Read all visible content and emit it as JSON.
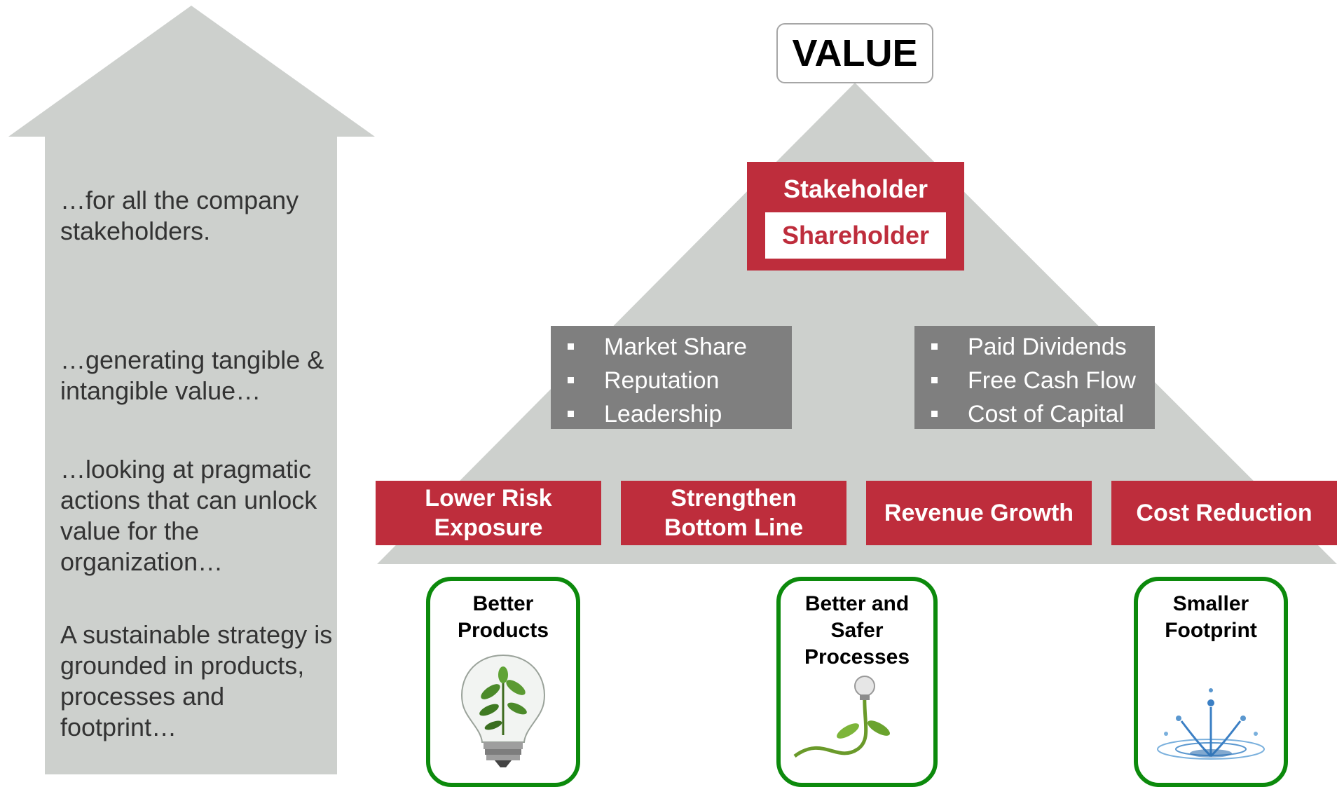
{
  "side_panel": {
    "text_1": "…for all the company stakeholders.",
    "text_2": "…generating tangible & intangible value…",
    "text_3": "…looking at pragmatic actions that can unlock value for the organization…",
    "text_4": "A sustainable strategy is grounded in products, processes and footprint…"
  },
  "pyramid": {
    "apex_label": "VALUE",
    "stakeholder_label": "Stakeholder",
    "shareholder_label": "Shareholder",
    "left_list": [
      "Market Share",
      "Reputation",
      "Leadership"
    ],
    "right_list": [
      "Paid Dividends",
      "Free Cash Flow",
      "Cost of Capital"
    ],
    "levers": [
      {
        "line1": "Lower Risk",
        "line2": "Exposure"
      },
      {
        "line1": "Strengthen",
        "line2": "Bottom Line"
      },
      {
        "line1": "Revenue Growth",
        "line2": ""
      },
      {
        "line1": "Cost Reduction",
        "line2": ""
      }
    ]
  },
  "foundations": [
    {
      "lines": [
        "Better",
        "Products"
      ],
      "icon": "lightbulb-with-plant-icon"
    },
    {
      "lines": [
        "Better and",
        "Safer",
        "Processes"
      ],
      "icon": "plant-bulb-icon"
    },
    {
      "lines": [
        "Smaller",
        "Footprint"
      ],
      "icon": "water-splash-icon"
    }
  ],
  "colors": {
    "accent_red": "#be2d3c",
    "grey_panel": "#7f7f7f",
    "shape_grey": "#cdd0cd",
    "green_border": "#0c8a0c"
  }
}
